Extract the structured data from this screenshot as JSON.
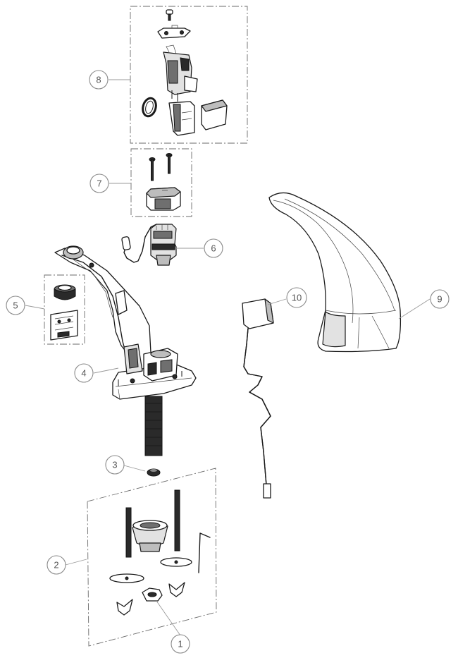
{
  "callouts": [
    {
      "id": "callout-1",
      "label": "1"
    },
    {
      "id": "callout-2",
      "label": "2"
    },
    {
      "id": "callout-3",
      "label": "3"
    },
    {
      "id": "callout-4",
      "label": "4"
    },
    {
      "id": "callout-5",
      "label": "5"
    },
    {
      "id": "callout-6",
      "label": "6"
    },
    {
      "id": "callout-7",
      "label": "7"
    },
    {
      "id": "callout-8",
      "label": "8"
    },
    {
      "id": "callout-9",
      "label": "9"
    },
    {
      "id": "callout-10",
      "label": "10"
    }
  ],
  "colors": {
    "line": "#1a1a1a",
    "callout_stroke": "#8a8a8a",
    "frame_stroke": "#6a6a6a",
    "shade_dark": "#2a2a2a",
    "shade_mid": "#bdbdbd"
  }
}
